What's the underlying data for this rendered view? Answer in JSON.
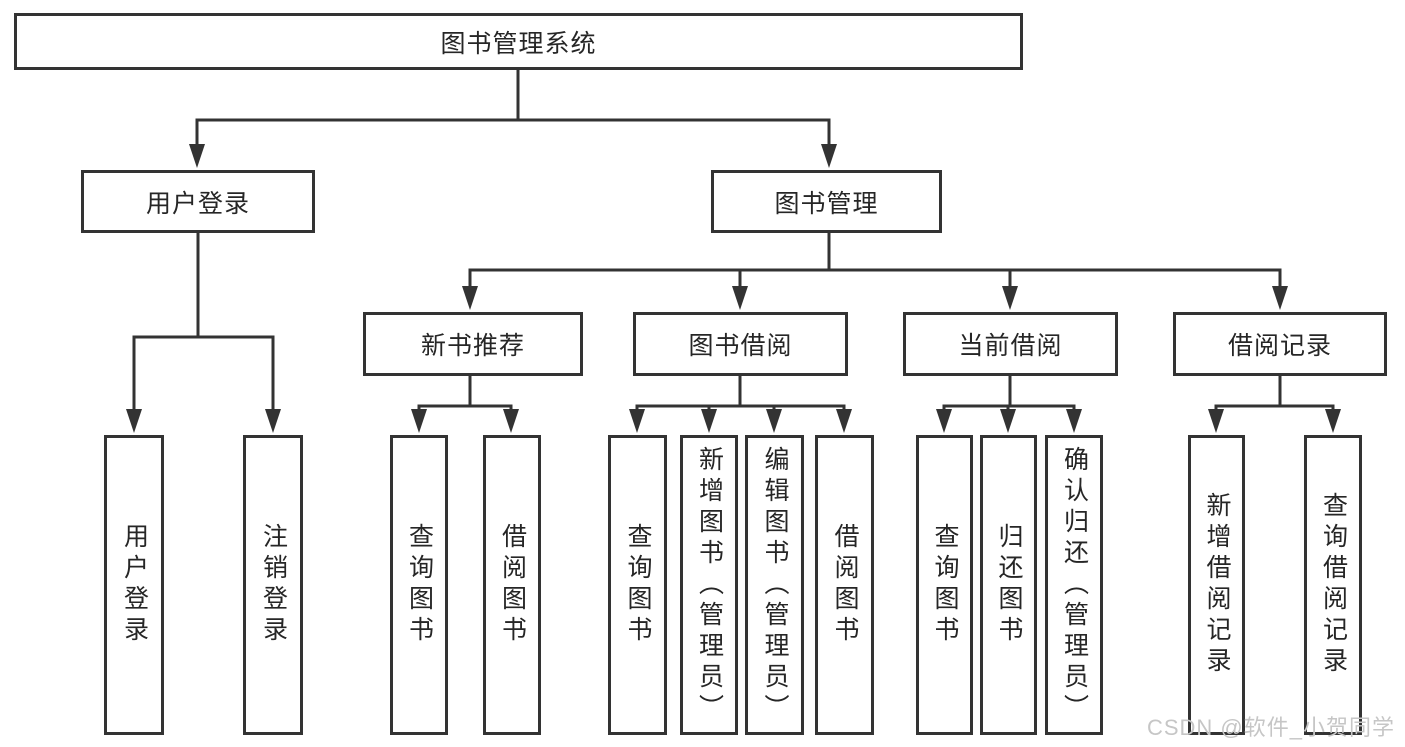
{
  "colors": {
    "line": "#333333",
    "box_border": "#333333",
    "text": "#262626",
    "watermark": "#c6c6c6",
    "background": "#ffffff"
  },
  "nodes": {
    "root": "图书管理系统",
    "user_login": "用户登录",
    "book_mgmt": "图书管理",
    "new_book": "新书推荐",
    "book_borrow": "图书借阅",
    "current_borrow": "当前借阅",
    "borrow_record": "借阅记录"
  },
  "leaves": {
    "user_login": "用户登录",
    "logout": "注销登录",
    "nb_query": "查询图书",
    "nb_borrow": "借阅图书",
    "bb_query": "查询图书",
    "bb_add": "新增图书（管理员）",
    "bb_edit": "编辑图书（管理员）",
    "bb_borrow": "借阅图书",
    "cb_query": "查询图书",
    "cb_return": "归还图书",
    "cb_confirm": "确认归还（管理员）",
    "br_add": "新增借阅记录",
    "br_query": "查询借阅记录"
  },
  "watermark": "CSDN @软件_小贺同学"
}
